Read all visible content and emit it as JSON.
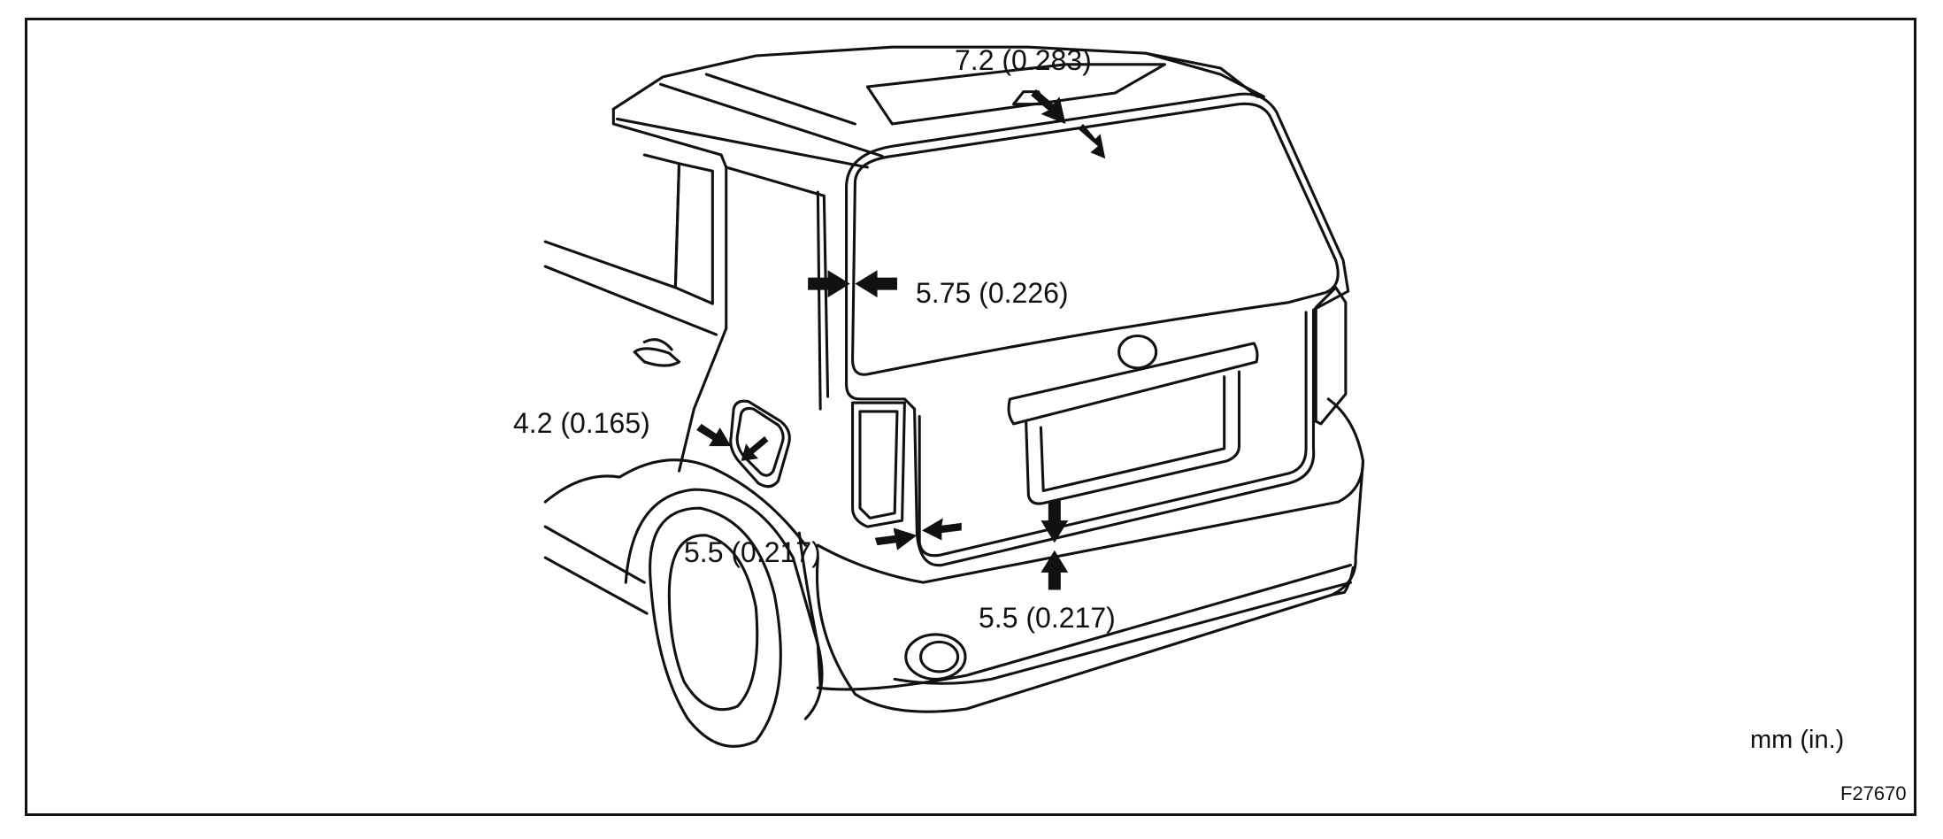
{
  "dimensions": {
    "top": "7.2 (0.283)",
    "side": "5.75 (0.226)",
    "fuel_door": "4.2 (0.165)",
    "lower_left": "5.5 (0.217)",
    "bottom": "5.5 (0.217)"
  },
  "units": "mm (in.)",
  "figure_id": "F27670",
  "colors": {
    "line": "#111111",
    "background": "#ffffff"
  }
}
